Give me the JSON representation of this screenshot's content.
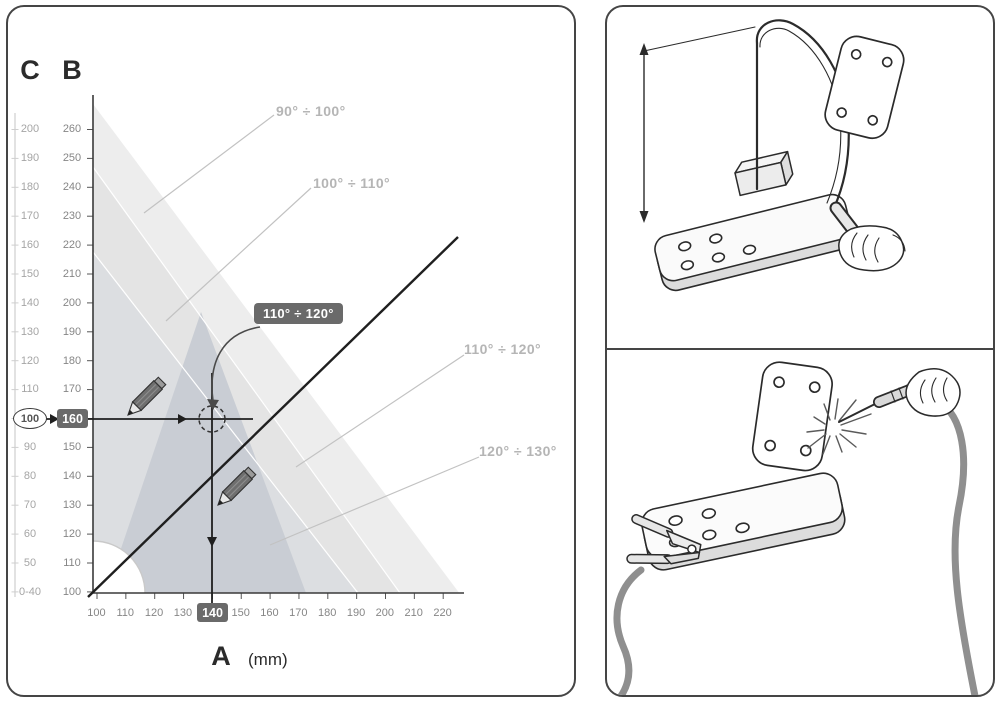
{
  "chart": {
    "axis_c_title": "C",
    "axis_b_title": "B",
    "axis_a_title": "A",
    "axis_a_unit": "(mm)",
    "c_ticks": [
      "200",
      "190",
      "180",
      "170",
      "160",
      "150",
      "140",
      "130",
      "120",
      "110",
      "100",
      "90",
      "80",
      "70",
      "60",
      "50",
      "0-40"
    ],
    "b_ticks": [
      "260",
      "250",
      "240",
      "230",
      "220",
      "210",
      "200",
      "190",
      "180",
      "170",
      "160",
      "150",
      "140",
      "130",
      "120",
      "110",
      "100"
    ],
    "a_ticks": [
      "100",
      "110",
      "120",
      "130",
      "140",
      "150",
      "160",
      "170",
      "180",
      "190",
      "200",
      "210",
      "220"
    ],
    "callouts": {
      "band_90_100": "90° ÷ 100°",
      "band_100_110": "100° ÷ 110°",
      "band_110_120_badge": "110° ÷ 120°",
      "band_110_120": "110° ÷ 120°",
      "band_120_130": "120° ÷ 130°"
    },
    "highlight": {
      "a": "140",
      "b": "160",
      "c": "100"
    }
  },
  "illustrations": {
    "top": "hacksaw-cutting-bracket",
    "bottom": "welding-bracket"
  },
  "colors": {
    "badge_bg": "#6a6a6a",
    "callout_gray": "#b5b5b5",
    "region_dark": "#c9cdd4",
    "region_light": "#ededed"
  },
  "chart_data": {
    "type": "area",
    "title": "Angle selection nomogram",
    "x_axis": {
      "label": "A (mm)",
      "ticks": [
        100,
        110,
        120,
        130,
        140,
        150,
        160,
        170,
        180,
        190,
        200,
        210,
        220
      ]
    },
    "y_axes": [
      {
        "label": "B",
        "ticks": [
          100,
          110,
          120,
          130,
          140,
          150,
          160,
          170,
          180,
          190,
          200,
          210,
          220,
          230,
          240,
          250,
          260
        ]
      },
      {
        "label": "C",
        "ticks": [
          "0-40",
          50,
          60,
          70,
          80,
          90,
          100,
          110,
          120,
          130,
          140,
          150,
          160,
          170,
          180,
          190,
          200
        ]
      }
    ],
    "regions": [
      "90° ÷ 100°",
      "100° ÷ 110°",
      "110° ÷ 120°",
      "120° ÷ 130°"
    ],
    "highlighted_example": {
      "A": 140,
      "B": 160,
      "C": 100
    },
    "grid": false,
    "legend_position": "none"
  }
}
